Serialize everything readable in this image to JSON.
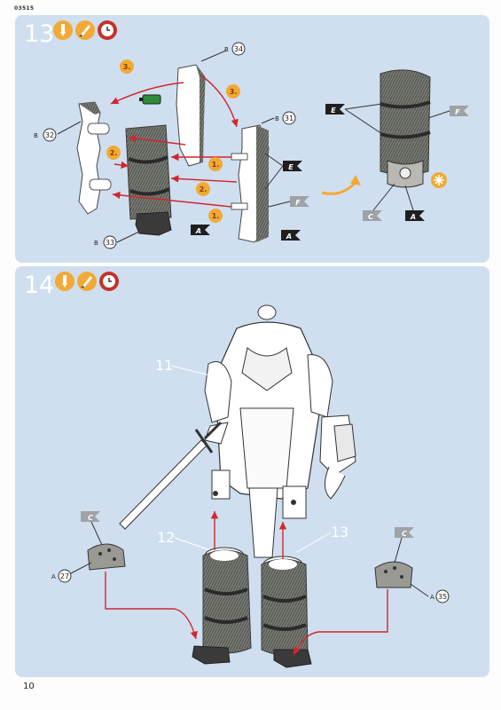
{
  "page": {
    "code": "03515",
    "number": "10"
  },
  "steps": [
    {
      "number": "13",
      "icons": [
        "glue-icon",
        "paint-icon",
        "clock-icon"
      ],
      "parts": {
        "b34": "34",
        "b31": "31",
        "b32": "32",
        "b33": "33"
      },
      "part_prefix": "B",
      "order": {
        "first": "1.",
        "second": "2.",
        "third": "3."
      },
      "flags": {
        "a": "A",
        "e": "E",
        "f": "F",
        "c": "C"
      }
    },
    {
      "number": "14",
      "icons": [
        "glue-icon",
        "paint-icon",
        "clock-icon"
      ],
      "callouts": {
        "body": "11",
        "left_leg": "12",
        "right_leg": "13"
      },
      "parts": {
        "a27": "27",
        "a35": "35"
      },
      "part_prefix": "A",
      "flags": {
        "c": "C"
      }
    }
  ],
  "colors": {
    "panel": "#cfdff0",
    "arrow": "#d1262c",
    "fur": "#6a6d66",
    "flag_dark": "#1f1f1f",
    "flag_light": "#9ea2a5",
    "order_badge": "#f2a935"
  }
}
